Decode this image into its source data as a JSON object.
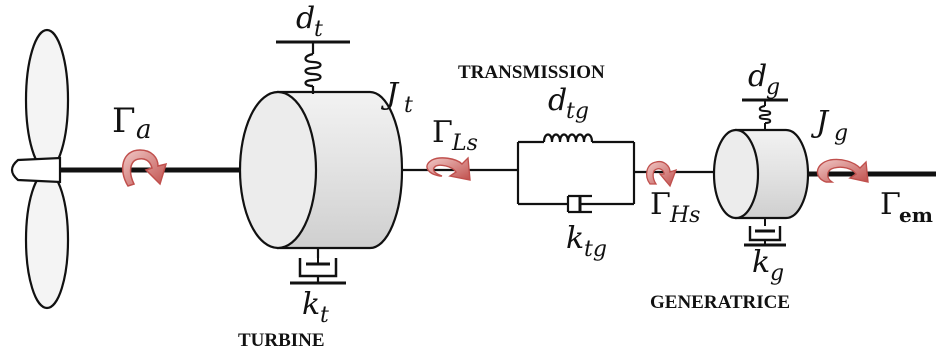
{
  "labels": {
    "turbine": "TURBINE",
    "transmission": "TRANSMISSION",
    "generatrice": "GENERATRICE"
  },
  "symbols": {
    "gamma_a": {
      "base": "Γ",
      "sub": "a"
    },
    "gamma_ls": {
      "base": "Γ",
      "sub": "Ls"
    },
    "gamma_hs": {
      "base": "Γ",
      "sub": "Hs"
    },
    "gamma_em": {
      "base": "Γ",
      "sub": "em"
    },
    "d_t": {
      "base": "d",
      "sub": "t"
    },
    "k_t": {
      "base": "k",
      "sub": "t"
    },
    "j_t": {
      "base": "J",
      "sub": "t"
    },
    "d_tg": {
      "base": "d",
      "sub": "tg"
    },
    "k_tg": {
      "base": "k",
      "sub": "tg"
    },
    "d_g": {
      "base": "d",
      "sub": "g"
    },
    "k_g": {
      "base": "k",
      "sub": "g"
    },
    "j_g": {
      "base": "J",
      "sub": "g"
    }
  },
  "colors": {
    "line": "#111111",
    "cylinder": "#e6e6e6",
    "propeller": "#f4f4f4",
    "torque_arrow": "#c0504d",
    "torque_fill": "#e8b4b2"
  }
}
